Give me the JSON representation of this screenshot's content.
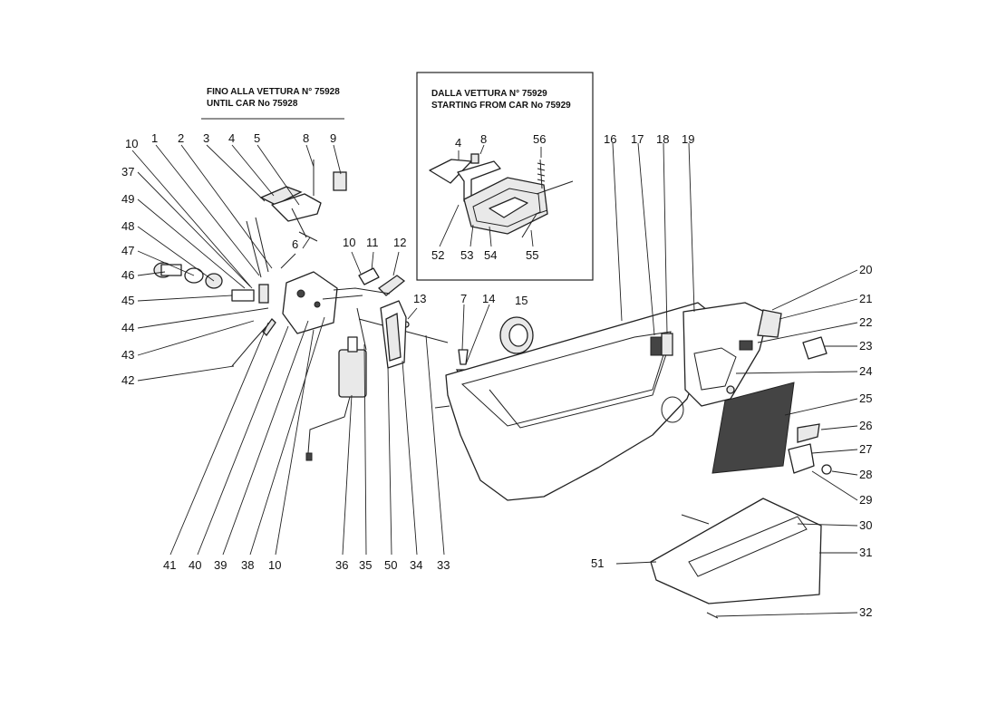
{
  "notes": {
    "before_it": "FINO ALLA VETTURA N° 75928",
    "before_en": "UNTIL CAR No 75928",
    "after_it": "DALLA  VETTURA  N° 75929",
    "after_en": "STARTING FROM CAR No 75929"
  },
  "labels": [
    {
      "id": "n10a",
      "text": "10"
    },
    {
      "id": "n1",
      "text": "1"
    },
    {
      "id": "n2",
      "text": "2"
    },
    {
      "id": "n3",
      "text": "3"
    },
    {
      "id": "n4",
      "text": "4"
    },
    {
      "id": "n5",
      "text": "5"
    },
    {
      "id": "n8",
      "text": "8"
    },
    {
      "id": "n9",
      "text": "9"
    },
    {
      "id": "n37",
      "text": "37"
    },
    {
      "id": "n49",
      "text": "49"
    },
    {
      "id": "n48",
      "text": "48"
    },
    {
      "id": "n47",
      "text": "47"
    },
    {
      "id": "n46",
      "text": "46"
    },
    {
      "id": "n45",
      "text": "45"
    },
    {
      "id": "n44",
      "text": "44"
    },
    {
      "id": "n43",
      "text": "43"
    },
    {
      "id": "n42",
      "text": "42"
    },
    {
      "id": "n6",
      "text": "6"
    },
    {
      "id": "n10b",
      "text": "10"
    },
    {
      "id": "n11",
      "text": "11"
    },
    {
      "id": "n12",
      "text": "12"
    },
    {
      "id": "n13",
      "text": "13"
    },
    {
      "id": "n7",
      "text": "7"
    },
    {
      "id": "n14",
      "text": "14"
    },
    {
      "id": "n15",
      "text": "15"
    },
    {
      "id": "b4",
      "text": "4"
    },
    {
      "id": "b8",
      "text": "8"
    },
    {
      "id": "b56",
      "text": "56"
    },
    {
      "id": "b52",
      "text": "52"
    },
    {
      "id": "b53",
      "text": "53"
    },
    {
      "id": "b54",
      "text": "54"
    },
    {
      "id": "b55",
      "text": "55"
    },
    {
      "id": "n16",
      "text": "16"
    },
    {
      "id": "n17",
      "text": "17"
    },
    {
      "id": "n18",
      "text": "18"
    },
    {
      "id": "n19",
      "text": "19"
    },
    {
      "id": "n20",
      "text": "20"
    },
    {
      "id": "n21",
      "text": "21"
    },
    {
      "id": "n22",
      "text": "22"
    },
    {
      "id": "n23",
      "text": "23"
    },
    {
      "id": "n24",
      "text": "24"
    },
    {
      "id": "n25",
      "text": "25"
    },
    {
      "id": "n26",
      "text": "26"
    },
    {
      "id": "n27",
      "text": "27"
    },
    {
      "id": "n28",
      "text": "28"
    },
    {
      "id": "n29",
      "text": "29"
    },
    {
      "id": "n30",
      "text": "30"
    },
    {
      "id": "n31",
      "text": "31"
    },
    {
      "id": "n32",
      "text": "32"
    },
    {
      "id": "n51",
      "text": "51"
    },
    {
      "id": "n41",
      "text": "41"
    },
    {
      "id": "n40",
      "text": "40"
    },
    {
      "id": "n39",
      "text": "39"
    },
    {
      "id": "n38",
      "text": "38"
    },
    {
      "id": "n10c",
      "text": "10"
    },
    {
      "id": "n36",
      "text": "36"
    },
    {
      "id": "n35",
      "text": "35"
    },
    {
      "id": "n50",
      "text": "50"
    },
    {
      "id": "n34",
      "text": "34"
    },
    {
      "id": "n33",
      "text": "33"
    }
  ]
}
